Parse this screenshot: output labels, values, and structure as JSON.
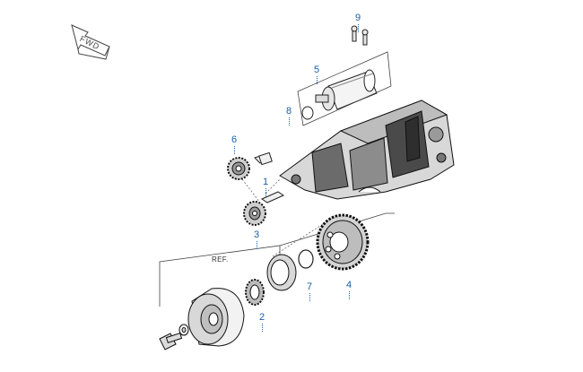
{
  "diagram": {
    "direction_label": "FWD",
    "reference_label": "REF.",
    "callouts": [
      "1",
      "2",
      "3",
      "4",
      "5",
      "6",
      "7",
      "8",
      "9"
    ],
    "callout_color": "#1a5fa8",
    "line_color": "#222222"
  }
}
